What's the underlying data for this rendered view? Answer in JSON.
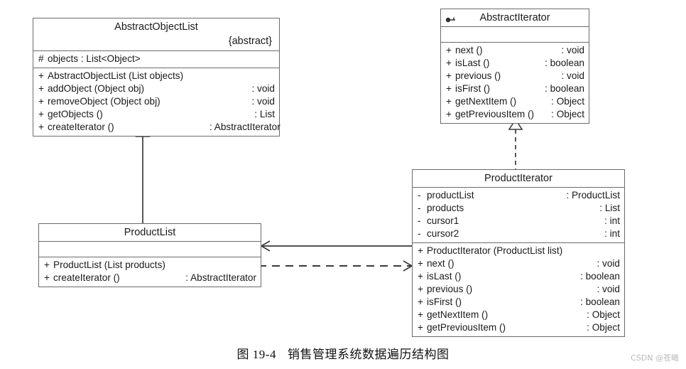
{
  "diagram": {
    "title": "Sales management system data traversal structure",
    "caption": {
      "figure_number": "图 19-4",
      "text": "销售管理系统数据遍历结构图"
    },
    "watermark": "CSDN @苍曦",
    "colors": {
      "border": "#6b6b6b",
      "text": "#1a1a1a",
      "background": "#ffffff",
      "watermark": "#b9b9b9"
    },
    "classes": {
      "abstract_object_list": {
        "name": "AbstractObjectList",
        "stereotype": "{abstract}",
        "attributes": [
          {
            "visibility": "#",
            "signature": "objects  : List<Object>",
            "type": ""
          }
        ],
        "operations": [
          {
            "visibility": "+",
            "signature": "AbstractObjectList (List objects)",
            "type": ""
          },
          {
            "visibility": "+",
            "signature": "addObject (Object obj)",
            "type": ": void"
          },
          {
            "visibility": "+",
            "signature": "removeObject (Object obj)",
            "type": ": void"
          },
          {
            "visibility": "+",
            "signature": "getObjects ()",
            "type": ": List"
          },
          {
            "visibility": "+",
            "signature": "createIterator ()",
            "type": ": AbstractIterator"
          }
        ]
      },
      "abstract_iterator": {
        "name": "AbstractIterator",
        "icon": "interface-icon",
        "attributes": [],
        "operations": [
          {
            "visibility": "+",
            "signature": "next ()",
            "type": ": void"
          },
          {
            "visibility": "+",
            "signature": "isLast ()",
            "type": ": boolean"
          },
          {
            "visibility": "+",
            "signature": "previous ()",
            "type": ": void"
          },
          {
            "visibility": "+",
            "signature": "isFirst ()",
            "type": ": boolean"
          },
          {
            "visibility": "+",
            "signature": "getNextItem ()",
            "type": ": Object"
          },
          {
            "visibility": "+",
            "signature": "getPreviousItem ()",
            "type": ": Object"
          }
        ]
      },
      "product_list": {
        "name": "ProductList",
        "attributes": [],
        "operations": [
          {
            "visibility": "+",
            "signature": "ProductList (List products)",
            "type": ""
          },
          {
            "visibility": "+",
            "signature": "createIterator ()",
            "type": ": AbstractIterator"
          }
        ]
      },
      "product_iterator": {
        "name": "ProductIterator",
        "attributes": [
          {
            "visibility": "-",
            "signature": "productList",
            "type": ": ProductList"
          },
          {
            "visibility": "-",
            "signature": "products",
            "type": ": List"
          },
          {
            "visibility": "-",
            "signature": "cursor1",
            "type": ": int"
          },
          {
            "visibility": "-",
            "signature": "cursor2",
            "type": ": int"
          }
        ],
        "operations": [
          {
            "visibility": "+",
            "signature": "ProductIterator (ProductList list)",
            "type": ""
          },
          {
            "visibility": "+",
            "signature": "next ()",
            "type": ": void"
          },
          {
            "visibility": "+",
            "signature": "isLast ()",
            "type": ": boolean"
          },
          {
            "visibility": "+",
            "signature": "previous ()",
            "type": ": void"
          },
          {
            "visibility": "+",
            "signature": "isFirst ()",
            "type": ": boolean"
          },
          {
            "visibility": "+",
            "signature": "getNextItem ()",
            "type": ": Object"
          },
          {
            "visibility": "+",
            "signature": "getPreviousItem ()",
            "type": ": Object"
          }
        ]
      }
    },
    "relationships": [
      {
        "id": "generalization-productlist-abstractobjectlist",
        "kind": "generalization",
        "from": "ProductList",
        "to": "AbstractObjectList",
        "style": "solid",
        "arrow": "hollow-triangle"
      },
      {
        "id": "realization-productiterator-abstractiterator",
        "kind": "realization",
        "from": "ProductIterator",
        "to": "AbstractIterator",
        "style": "dashed",
        "arrow": "hollow-triangle"
      },
      {
        "id": "association-productiterator-productlist",
        "kind": "association",
        "from": "ProductIterator",
        "to": "ProductList",
        "style": "solid",
        "arrow": "open-arrow"
      },
      {
        "id": "dependency-productlist-productiterator",
        "kind": "dependency",
        "from": "ProductList",
        "to": "ProductIterator",
        "style": "dashed",
        "arrow": "open-arrow"
      }
    ]
  }
}
